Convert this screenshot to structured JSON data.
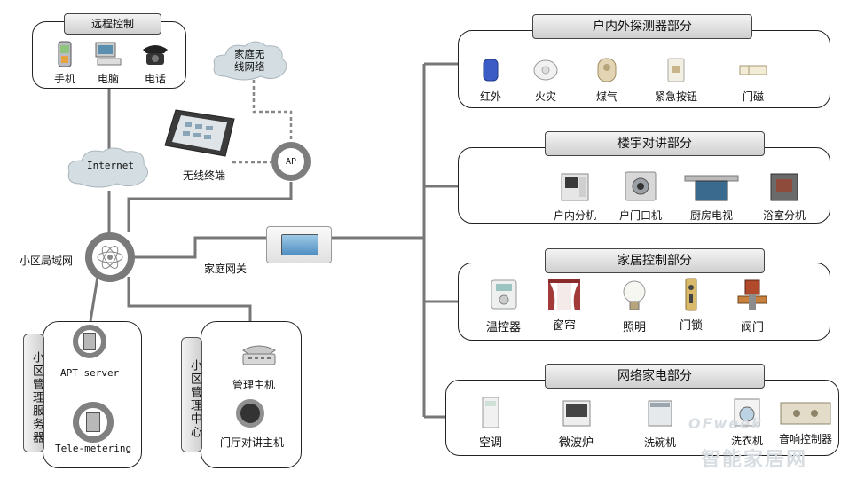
{
  "remote_control": {
    "title": "远程控制",
    "devices": [
      "手机",
      "电脑",
      "电话"
    ]
  },
  "home_wireless_cloud": "家庭无\n线网络",
  "internet_cloud": "Internet",
  "wireless_terminal": "无线终端",
  "ap_node": "AP",
  "community_lan": "小区局域网",
  "home_gateway": "家庭网关",
  "server_group": {
    "side_label": "小区管理服务器",
    "items": [
      "APT server",
      "Tele-metering"
    ]
  },
  "center_group": {
    "side_label": "小区管理中心",
    "items": [
      "管理主机",
      "门厅对讲主机"
    ]
  },
  "sections": [
    {
      "title": "户内外探测器部分",
      "devices": [
        "红外",
        "火灾",
        "煤气",
        "紧急按钮",
        "门磁"
      ]
    },
    {
      "title": "楼宇对讲部分",
      "devices": [
        "户内分机",
        "户门口机",
        "厨房电视",
        "浴室分机"
      ]
    },
    {
      "title": "家居控制部分",
      "devices": [
        "温控器",
        "窗帘",
        "照明",
        "门锁",
        "阀门"
      ]
    },
    {
      "title": "网络家电部分",
      "devices": [
        "空调",
        "微波炉",
        "洗碗机",
        "洗衣机",
        "音响控制器"
      ]
    }
  ],
  "watermark": {
    "brand": "OFweek",
    "site": "智能家居网"
  }
}
